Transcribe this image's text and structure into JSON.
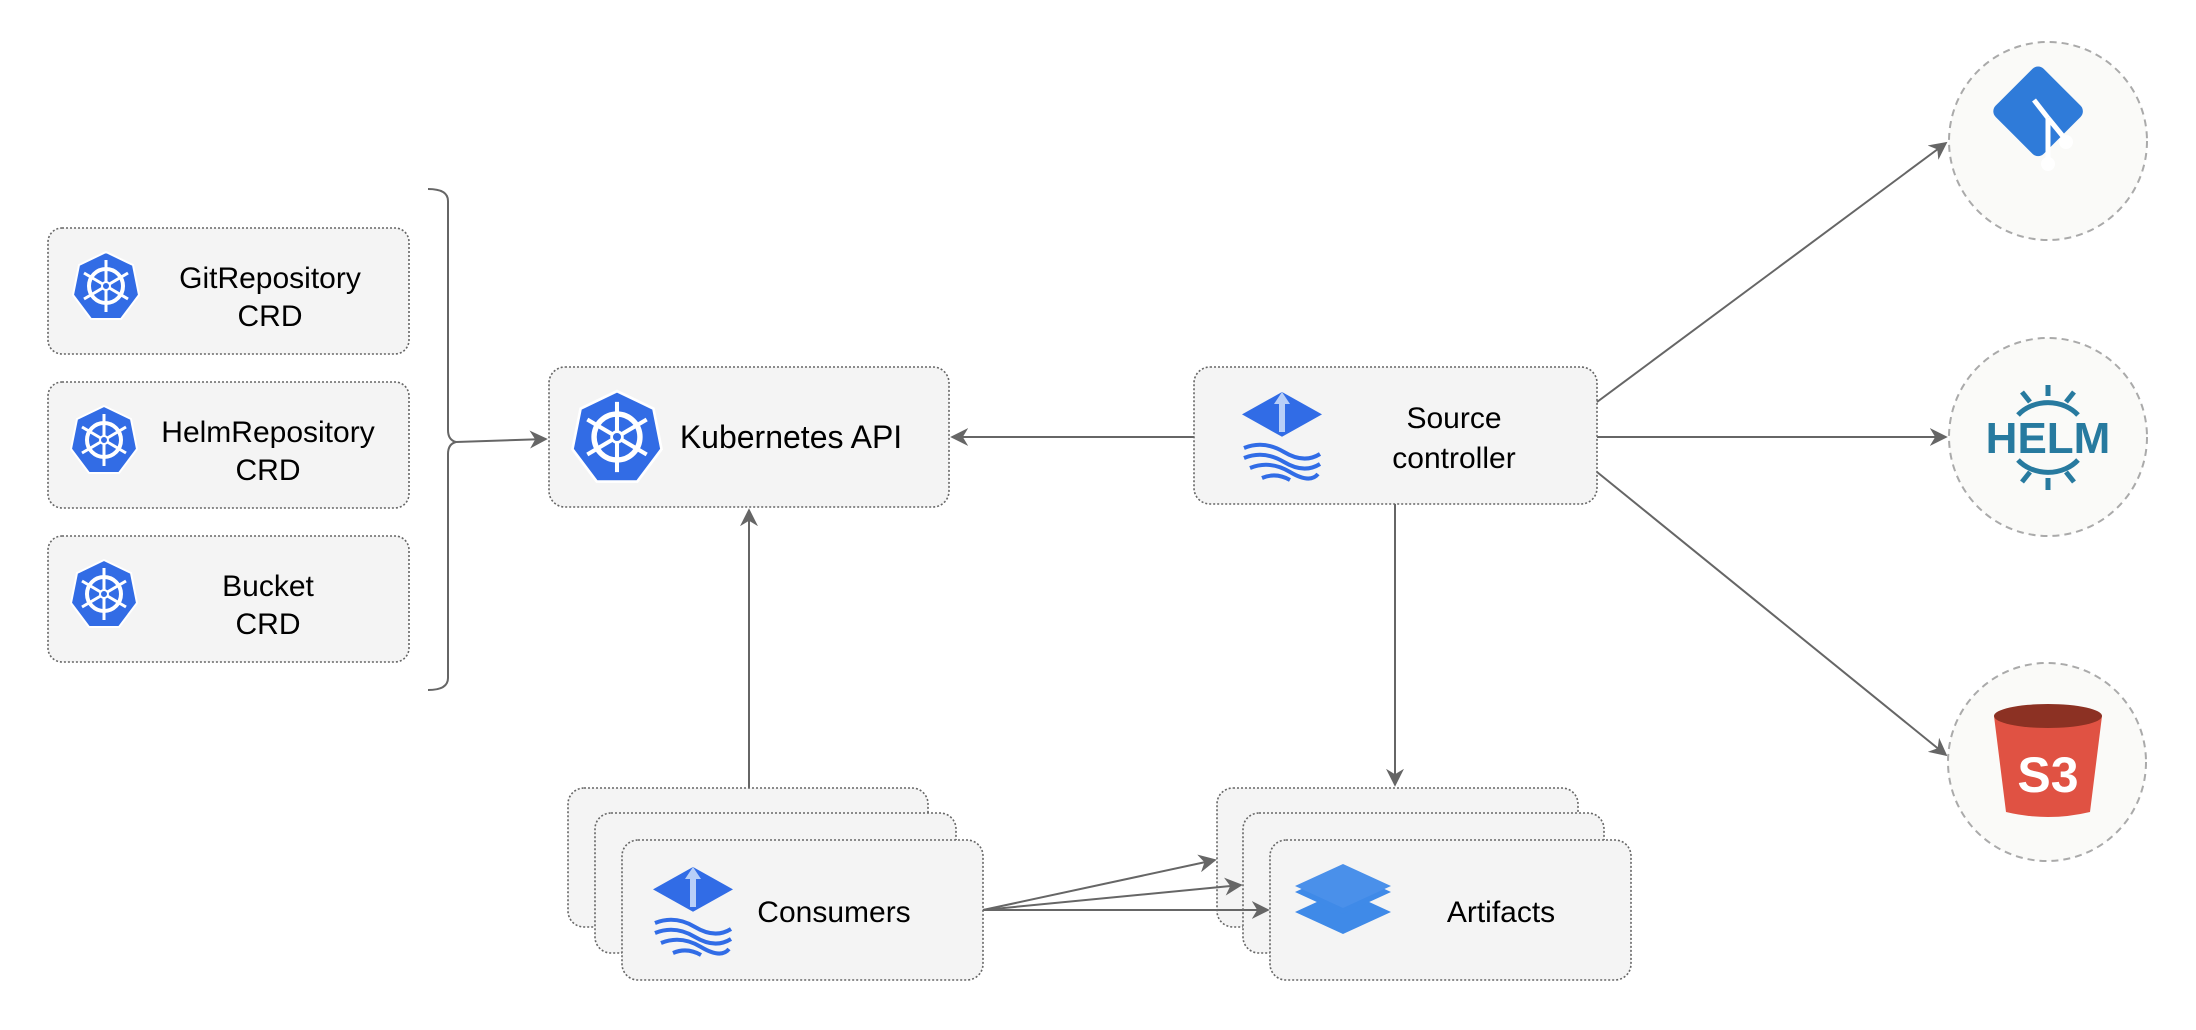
{
  "crds": [
    {
      "line1": "GitRepository",
      "line2": "CRD"
    },
    {
      "line1": "HelmRepository",
      "line2": "CRD"
    },
    {
      "line1": "Bucket",
      "line2": "CRD"
    }
  ],
  "kubernetes_api": {
    "label": "Kubernetes API"
  },
  "source_controller": {
    "line1": "Source",
    "line2": "controller"
  },
  "consumers": {
    "label": "Consumers"
  },
  "artifacts": {
    "label": "Artifacts"
  },
  "sources": {
    "git_icon": "git-icon",
    "helm_text": "HELM",
    "s3_text": "S3"
  },
  "colors": {
    "k8s_blue": "#326ce5",
    "git_blue": "#2f7bd9",
    "helm_teal": "#277a9f",
    "s3_red": "#e05243",
    "s3_dark": "#8c3123",
    "layers_blue": "#3f8ae8"
  }
}
